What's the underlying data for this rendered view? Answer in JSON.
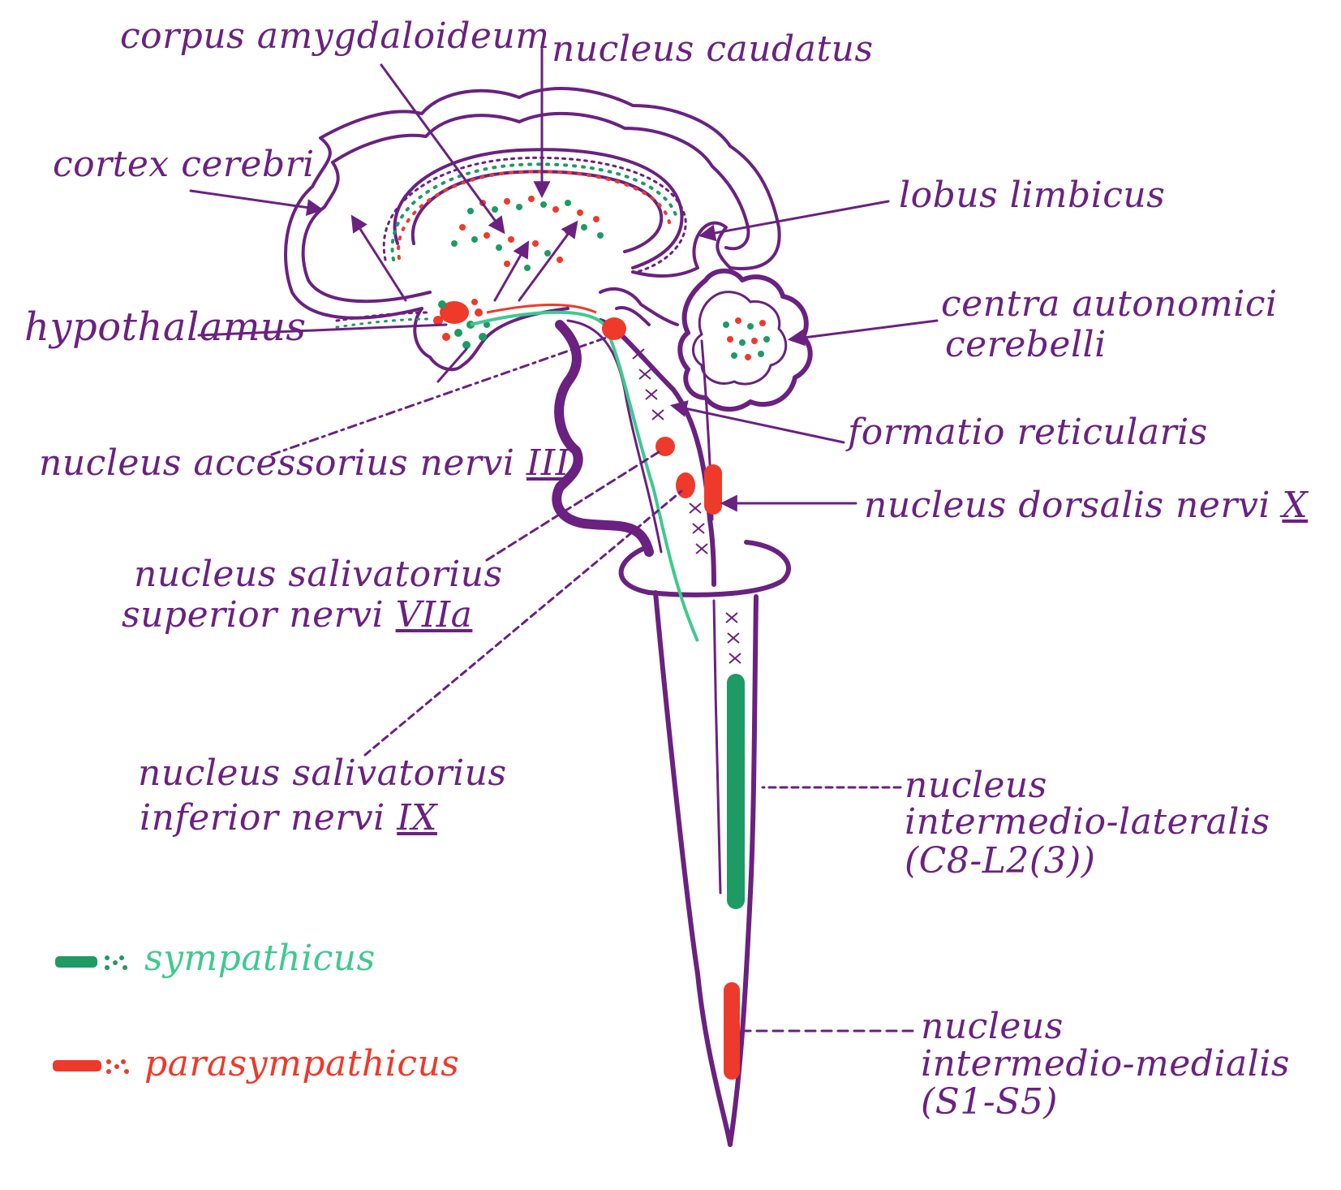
{
  "colors": {
    "outline": "#6a2180",
    "sympathetic": "#1e9a64",
    "sympathetic_light": "#3fc98f",
    "parasympathetic": "#ee3a2a"
  },
  "labels": {
    "corpus_amygdaloideum": "corpus amygdaloideum",
    "nucleus_caudatus": "nucleus caudatus",
    "cortex_cerebri": "cortex cerebri",
    "lobus_limbicus": "lobus limbicus",
    "hypothalamus": "hypothalamus",
    "centra_autonomici_1": "centra autonomici",
    "centra_autonomici_2": "cerebelli",
    "formatio_reticularis": "formatio reticularis",
    "nucleus_accessorius": "nucleus accessorius nervi",
    "nucleus_accessorius_num": "III",
    "nucleus_dorsalis": "nucleus dorsalis nervi",
    "nucleus_dorsalis_num": "X",
    "salivatorius_sup_1": "nucleus salivatorius",
    "salivatorius_sup_2": "superior nervi",
    "salivatorius_sup_num": "VIIa",
    "salivatorius_inf_1": "nucleus salivatorius",
    "salivatorius_inf_2": "inferior nervi",
    "salivatorius_inf_num": "IX",
    "intermedio_lateralis_1": "nucleus",
    "intermedio_lateralis_2": "intermedio-lateralis",
    "intermedio_lateralis_3": "(C8-L2(3))",
    "intermedio_medialis_1": "nucleus",
    "intermedio_medialis_2": "intermedio-medialis",
    "intermedio_medialis_3": "(S1-S5)"
  },
  "legend": {
    "sympathicus": "sympathicus",
    "parasympathicus": "parasympathicus"
  }
}
